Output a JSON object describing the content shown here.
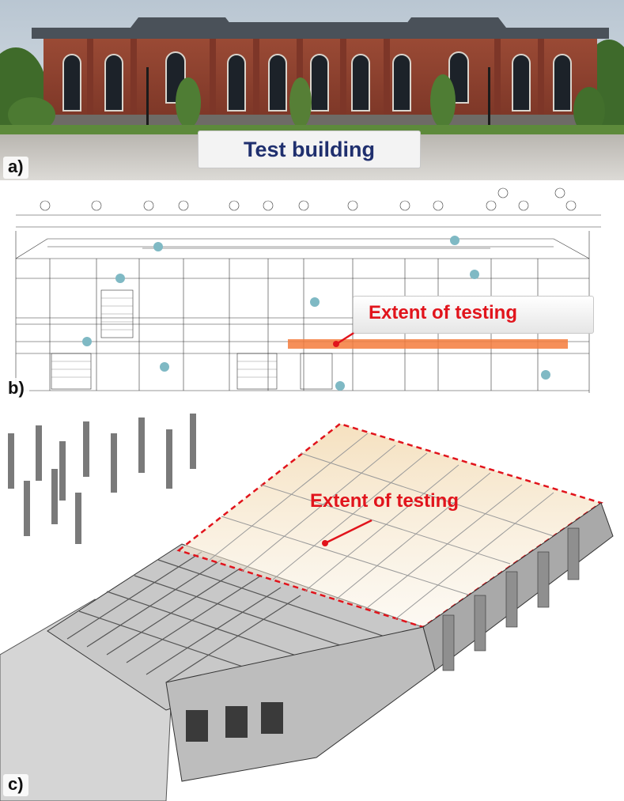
{
  "panels": {
    "a": {
      "label": "a)",
      "title": "Test building"
    },
    "b": {
      "label": "b)",
      "callout": "Extent of testing"
    },
    "c": {
      "label": "c)",
      "callout": "Extent of testing"
    }
  },
  "colors": {
    "callout_red": "#e1141c",
    "title_navy": "#1f2f6e",
    "brick": "#8a3e2c",
    "highlight_band": "#f57b3c"
  }
}
